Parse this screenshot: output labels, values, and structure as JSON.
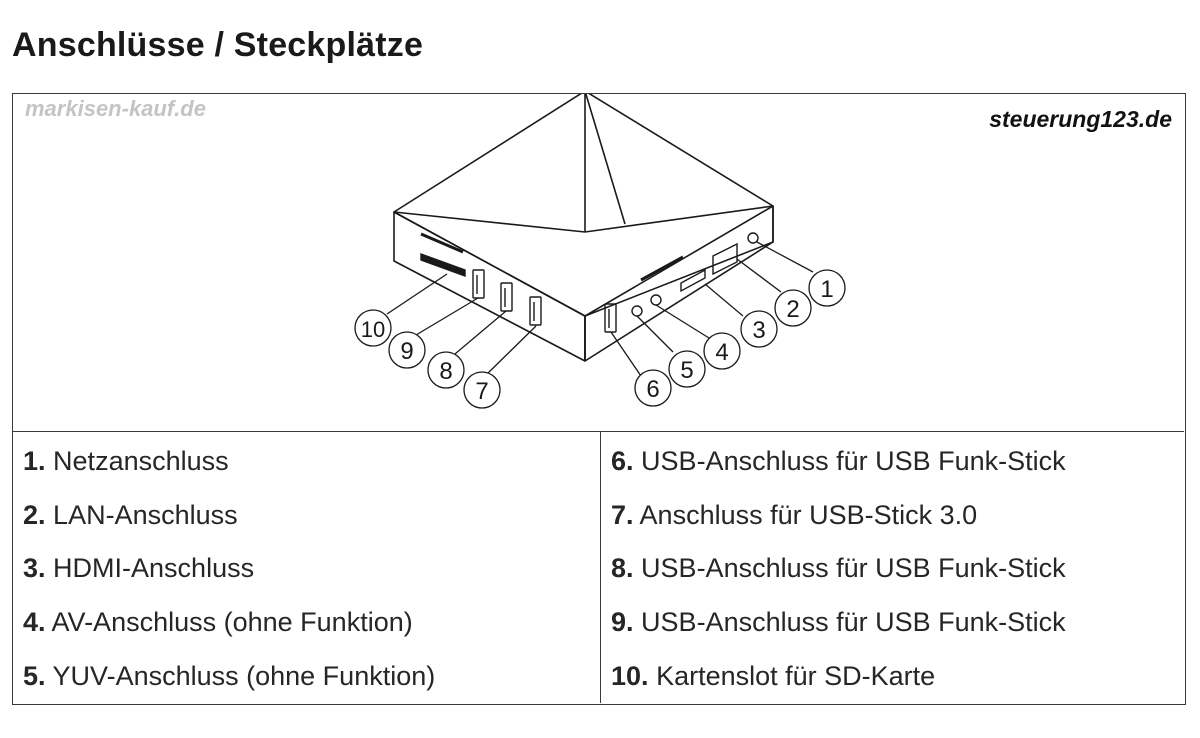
{
  "title": "Anschlüsse / Steckplätze",
  "watermark": "markisen-kauf.de",
  "logo": "steuerung123.de",
  "callouts": [
    "1",
    "2",
    "3",
    "4",
    "5",
    "6",
    "7",
    "8",
    "9",
    "10"
  ],
  "legend_left": [
    {
      "num": "1.",
      "text": "Netzanschluss"
    },
    {
      "num": "2.",
      "text": "LAN-Anschluss"
    },
    {
      "num": "3.",
      "text": "HDMI-Anschluss"
    },
    {
      "num": "4.",
      "text": "AV-Anschluss (ohne Funktion)"
    },
    {
      "num": "5.",
      "text": "YUV-Anschluss (ohne Funktion)"
    }
  ],
  "legend_right": [
    {
      "num": "6.",
      "text": "USB-Anschluss für USB Funk-Stick"
    },
    {
      "num": "7.",
      "text": "Anschluss für USB-Stick 3.0"
    },
    {
      "num": "8.",
      "text": "USB-Anschluss für USB Funk-Stick"
    },
    {
      "num": "9.",
      "text": "USB-Anschluss für USB Funk-Stick"
    },
    {
      "num": "10.",
      "text": "Kartenslot für SD-Karte"
    }
  ]
}
